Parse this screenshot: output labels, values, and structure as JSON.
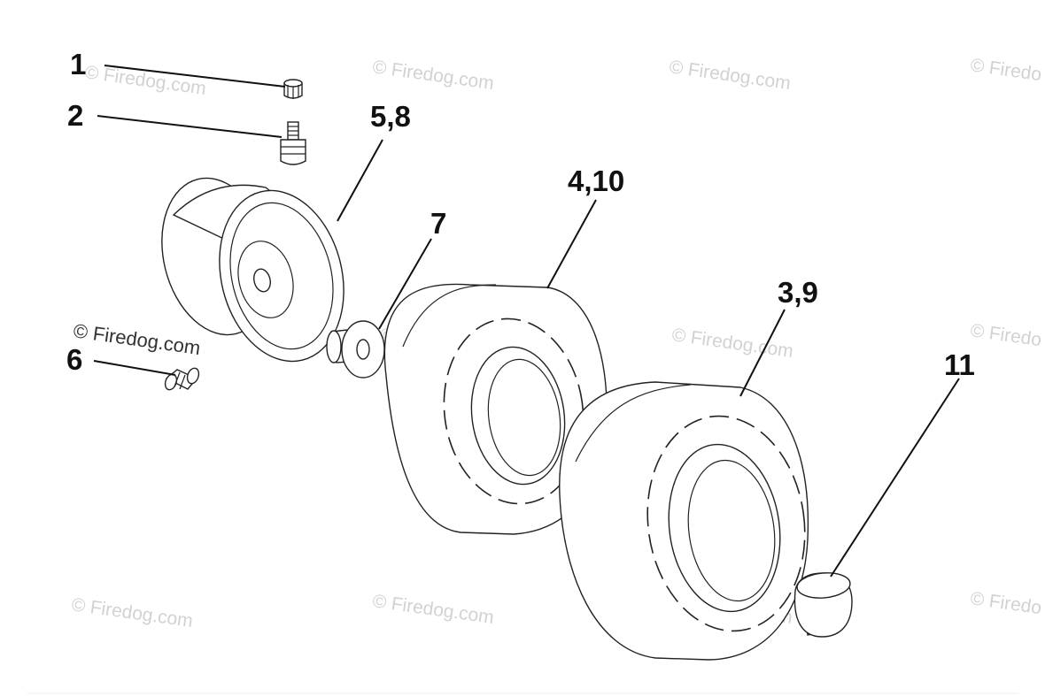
{
  "diagram": {
    "callouts": [
      {
        "id": "c1",
        "label": "1"
      },
      {
        "id": "c2",
        "label": "2"
      },
      {
        "id": "c58",
        "label": "5,8"
      },
      {
        "id": "c410",
        "label": "4,10"
      },
      {
        "id": "c7",
        "label": "7"
      },
      {
        "id": "c39",
        "label": "3,9"
      },
      {
        "id": "c6",
        "label": "6"
      },
      {
        "id": "c11",
        "label": "11"
      }
    ],
    "watermark_text": "© Firedog.com",
    "watermark_text_cut": "© Firedo",
    "colors": {
      "line": "#111111",
      "watermark": "#d2d2d2",
      "paper": "#ffffff"
    }
  }
}
